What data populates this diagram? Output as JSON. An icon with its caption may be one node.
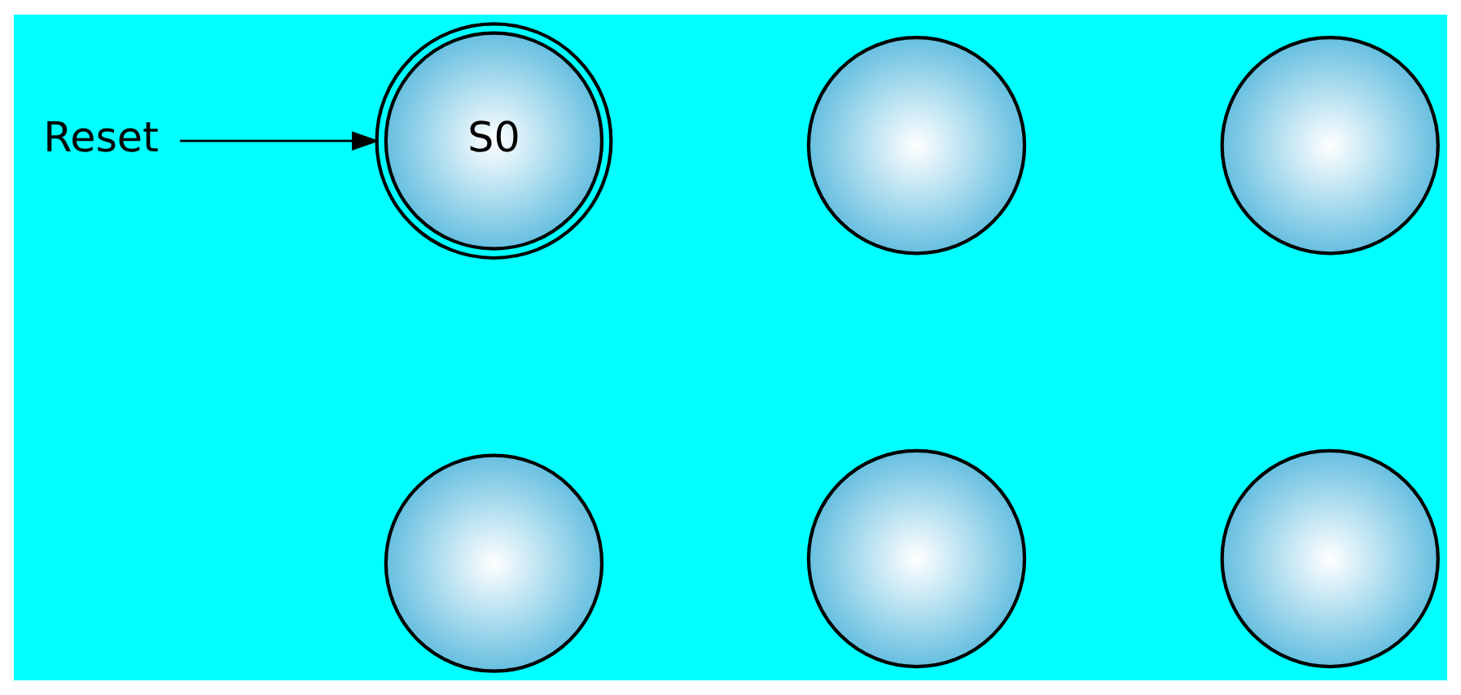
{
  "diagram": {
    "nodes": [
      {
        "text": [
          "Reset"
        ]
      },
      {
        "text": [
          "S0"
        ]
      },
      {
        "text": [],
        "shape": "circle"
      },
      {
        "text": [],
        "shape": "circle"
      },
      {
        "text": [],
        "shape": "circle"
      },
      {
        "text": [],
        "shape": "circle"
      },
      {
        "text": [],
        "shape": "circle"
      }
    ],
    "edges": [
      {
        "from": 0,
        "to": 1,
        "arrow": "to"
      }
    ]
  }
}
